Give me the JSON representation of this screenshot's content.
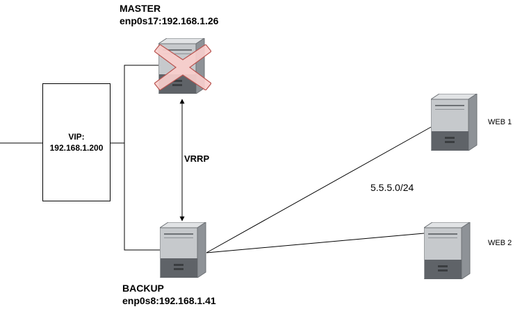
{
  "master": {
    "title": "MASTER",
    "iface": "enp0s17:192.168.1.26",
    "status": "failed"
  },
  "backup": {
    "title": "BACKUP",
    "iface": "enp0s8:192.168.1.41"
  },
  "vip": {
    "line1": "VIP:",
    "line2": "192.168.1.200"
  },
  "protocol": "VRRP",
  "subnet": "5.5.5.0/24",
  "web1": {
    "label": "WEB 1"
  },
  "web2": {
    "label": "WEB 2"
  },
  "colors": {
    "server_light": "#c6c9cc",
    "server_side": "#9a9ea3",
    "server_dark": "#5f6368",
    "failure_fill": "#f8cecc",
    "failure_stroke": "#b85450",
    "line": "#000000"
  },
  "icons": {
    "server": "server-icon",
    "failure": "failure-x-icon"
  }
}
